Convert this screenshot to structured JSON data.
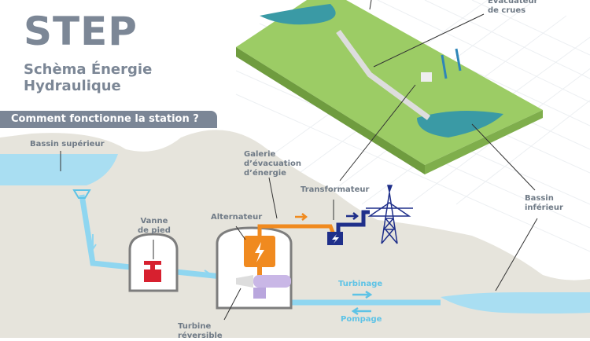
{
  "header": {
    "title": "STEP",
    "subtitle_line1": "Schèma Énergie",
    "subtitle_line2": "Hydraulique",
    "banner": "Comment fonctionne la station ?"
  },
  "model_labels": {
    "spillway_line1": "Évacuateur",
    "spillway_line2": "de crues"
  },
  "labels": {
    "upper_basin": "Bassin supérieur",
    "valve_line1": "Vanne",
    "valve_line2": "de pied",
    "alternator": "Alternateur",
    "gallery_line1": "Galerie",
    "gallery_line2": "d’évacuation",
    "gallery_line3": "d’énergie",
    "transformer": "Transformateur",
    "lower_basin_line1": "Bassin",
    "lower_basin_line2": "inférieur",
    "turbine_line1": "Turbine",
    "turbine_line2": "réversible",
    "turbining": "Turbinage",
    "pumping": "Pompage"
  },
  "colors": {
    "title_gray": "#7c8796",
    "water": "#8fd3ee",
    "pipe": "#7fcfee",
    "valve": "#d7202f",
    "alternator": "#f08a1f",
    "transformer": "#1f2f8a",
    "ground": "#e6e4dc",
    "grass": "#9ccc65"
  }
}
